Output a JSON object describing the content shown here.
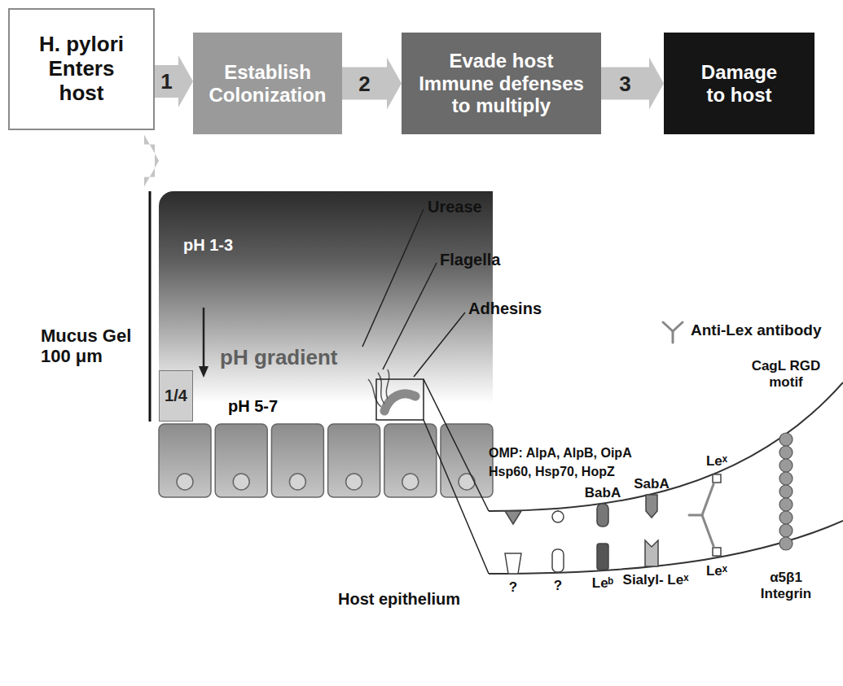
{
  "diagram": {
    "nodes": [
      {
        "text": [
          "H. pylori Enters host"
        ]
      },
      {
        "text": [
          "Establish Colonization"
        ]
      },
      {
        "text": [
          "Evade host Immune defenses to multiply"
        ]
      },
      {
        "text": [
          "Damage to host"
        ]
      },
      {
        "text": [
          "pH 1-3",
          "pH gradient",
          "pH 5-7"
        ]
      },
      {
        "text": [
          "1/4"
        ],
        "in": 4
      }
    ],
    "edges": [
      {
        "from": 0,
        "to": 1,
        "arrow": "to",
        "label": "1"
      },
      {
        "from": 1,
        "to": 2,
        "arrow": "to",
        "label": "2"
      },
      {
        "from": 2,
        "to": 3,
        "arrow": "to",
        "label": "3"
      },
      {
        "from": 0,
        "to": 4,
        "arrow": "to"
      }
    ],
    "labels": [
      "Mucus Gel 100 μm",
      "Urease",
      "Flagella",
      "Adhesins",
      "Anti-Lex antibody",
      "OMP: AlpA, AlpB, OipA",
      "Hsp60, Hsp70, HopZ",
      "BabA",
      "SabA",
      "Leˣ",
      "CagL RGD motif",
      "?",
      "?",
      "Leᵇ",
      "Sialyl- Leˣ",
      "Leˣ",
      "α5β1 Integrin",
      "Host epithelium"
    ]
  }
}
